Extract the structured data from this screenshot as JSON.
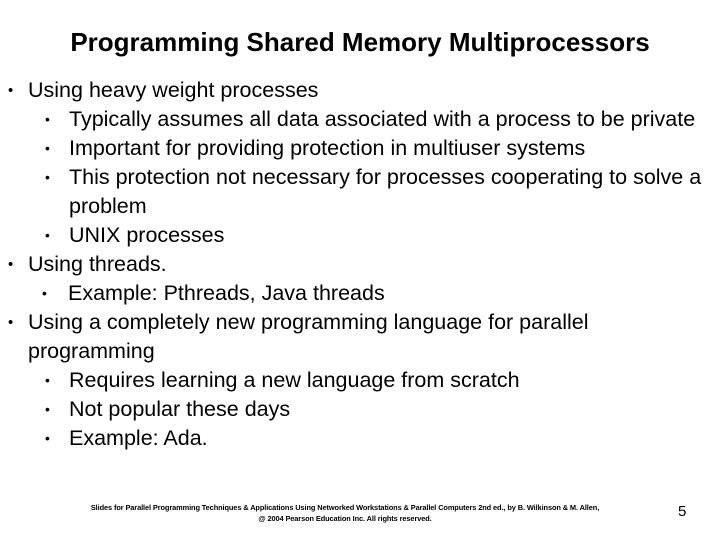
{
  "slide": {
    "title": "Programming Shared Memory Multiprocessors",
    "page_number": "5",
    "background_color": "#ffffff",
    "text_color": "#000000",
    "bullet_glyph": "•",
    "bullets": [
      {
        "level": 1,
        "text": "Using heavy weight processes"
      },
      {
        "level": 2,
        "text": "Typically assumes all data associated with a process to be private"
      },
      {
        "level": 2,
        "text": "Important for providing protection in multiuser systems"
      },
      {
        "level": 2,
        "text": "This protection not necessary for processes cooperating to solve a problem"
      },
      {
        "level": 2,
        "text": "UNIX processes"
      },
      {
        "level": 1,
        "text": "Using threads."
      },
      {
        "level": 2,
        "text": "Example: Pthreads, Java threads"
      },
      {
        "level": 1,
        "text": "Using a completely new programming language for parallel programming"
      },
      {
        "level": 2,
        "text": "Requires learning a new language from scratch"
      },
      {
        "level": 2,
        "text": "Not popular these days"
      },
      {
        "level": 2,
        "text": "Example: Ada."
      }
    ],
    "footer": {
      "line1": "Slides for Parallel Programming Techniques & Applications Using Networked Workstations & Parallel Computers 2nd ed., by B. Wilkinson & M. Allen,",
      "line2": "@ 2004 Pearson Education Inc. All rights reserved."
    }
  }
}
